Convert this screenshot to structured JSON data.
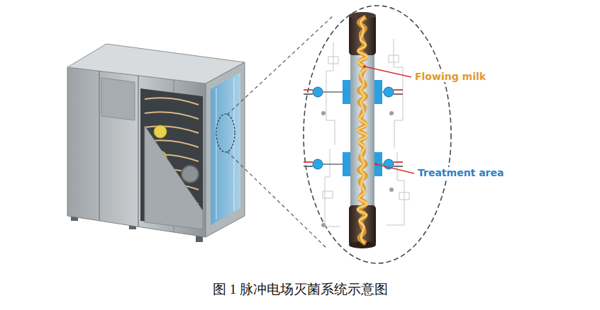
{
  "diagram": {
    "caption": "图 1 脉冲电场灭菌系统示意图",
    "labels": [
      "Flowing milk",
      "Treatment area"
    ]
  }
}
